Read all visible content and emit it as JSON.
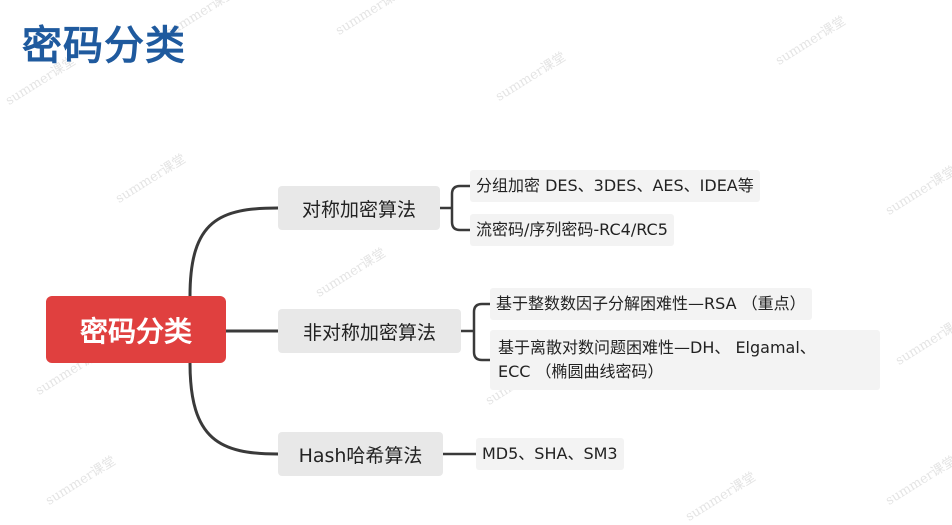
{
  "title": "密码分类",
  "mindmap": {
    "root": "密码分类",
    "branches": [
      {
        "label": "对称加密算法",
        "children": [
          "分组加密 DES、3DES、AES、IDEA等",
          "流密码/序列密码-RC4/RC5"
        ]
      },
      {
        "label": "非对称加密算法",
        "children": [
          "基于整数数因子分解困难性—RSA （重点）"
        ],
        "multiline_child": [
          "基于离散对数问题困难性—DH、 Elgamal、",
          "ECC （椭圆曲线密码）"
        ]
      },
      {
        "label": "Hash哈希算法",
        "children": [
          "MD5、SHA、SM3"
        ]
      }
    ]
  },
  "watermark": "summer课堂",
  "colors": {
    "title": "#1f5a9e",
    "root": "#e0403f",
    "branch_bg": "#e8e8e8",
    "leaf_bg": "#f3f3f3",
    "line": "#3a3a3a"
  }
}
